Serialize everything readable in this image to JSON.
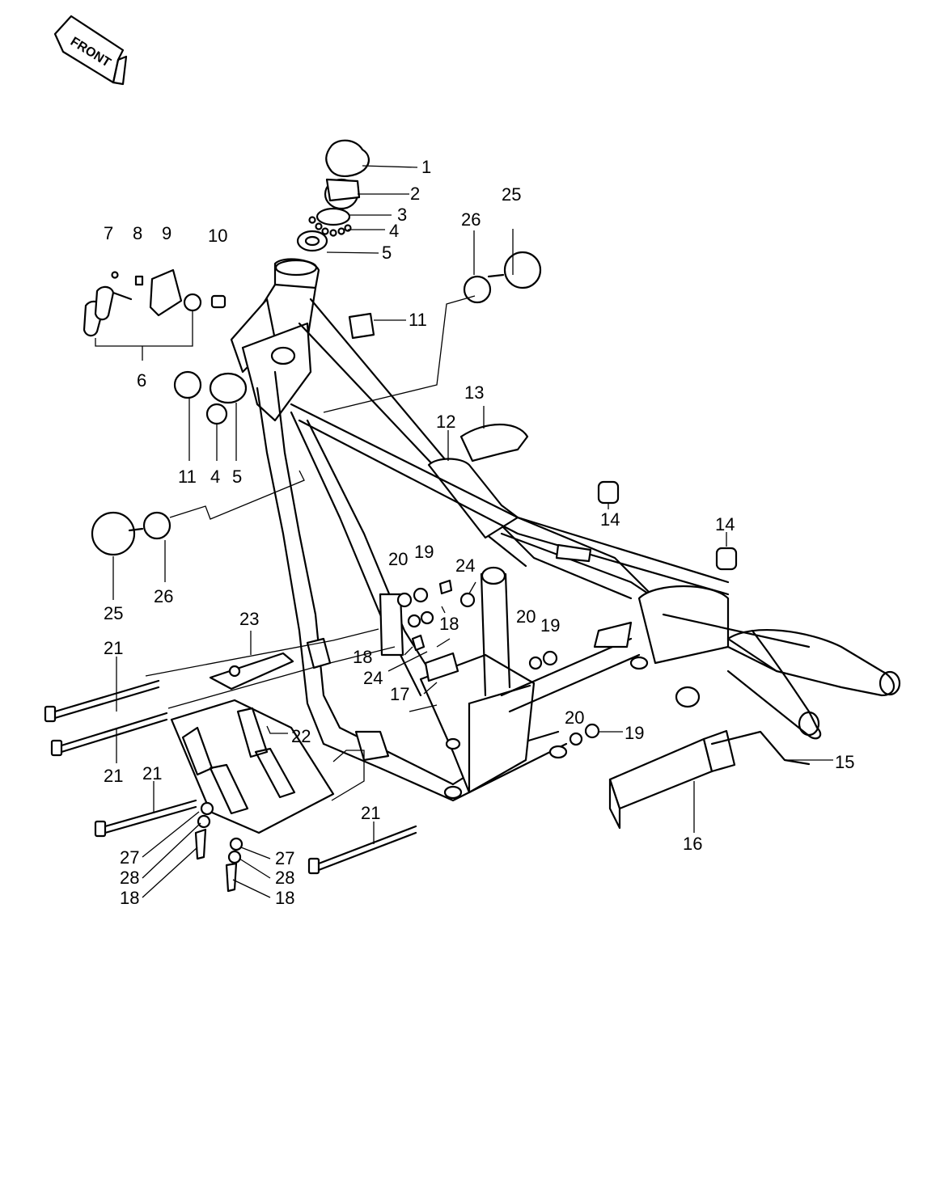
{
  "front_label": "FRONT",
  "callouts": [
    {
      "id": "c1",
      "text": "1"
    },
    {
      "id": "c2",
      "text": "2"
    },
    {
      "id": "c3",
      "text": "3"
    },
    {
      "id": "c4a",
      "text": "4"
    },
    {
      "id": "c5a",
      "text": "5"
    },
    {
      "id": "c25a",
      "text": "25"
    },
    {
      "id": "c26a",
      "text": "26"
    },
    {
      "id": "c7",
      "text": "7"
    },
    {
      "id": "c8",
      "text": "8"
    },
    {
      "id": "c9",
      "text": "9"
    },
    {
      "id": "c10",
      "text": "10"
    },
    {
      "id": "c11a",
      "text": "11"
    },
    {
      "id": "c6",
      "text": "6"
    },
    {
      "id": "c11b",
      "text": "11"
    },
    {
      "id": "c4b",
      "text": "4"
    },
    {
      "id": "c5b",
      "text": "5"
    },
    {
      "id": "c13",
      "text": "13"
    },
    {
      "id": "c12",
      "text": "12"
    },
    {
      "id": "c14a",
      "text": "14"
    },
    {
      "id": "c14b",
      "text": "14"
    },
    {
      "id": "c25b",
      "text": "25"
    },
    {
      "id": "c26b",
      "text": "26"
    },
    {
      "id": "c20a",
      "text": "20"
    },
    {
      "id": "c19a",
      "text": "19"
    },
    {
      "id": "c24a",
      "text": "24"
    },
    {
      "id": "c18a",
      "text": "18"
    },
    {
      "id": "c23",
      "text": "23"
    },
    {
      "id": "c20b",
      "text": "20"
    },
    {
      "id": "c19b",
      "text": "19"
    },
    {
      "id": "c18b",
      "text": "18"
    },
    {
      "id": "c24b",
      "text": "24"
    },
    {
      "id": "c17",
      "text": "17"
    },
    {
      "id": "c21a",
      "text": "21"
    },
    {
      "id": "c21b",
      "text": "21"
    },
    {
      "id": "c22",
      "text": "22"
    },
    {
      "id": "c20c",
      "text": "20"
    },
    {
      "id": "c19c",
      "text": "19"
    },
    {
      "id": "c15",
      "text": "15"
    },
    {
      "id": "c21c",
      "text": "21"
    },
    {
      "id": "c21d",
      "text": "21"
    },
    {
      "id": "c16",
      "text": "16"
    },
    {
      "id": "c27a",
      "text": "27"
    },
    {
      "id": "c28a",
      "text": "28"
    },
    {
      "id": "c18c",
      "text": "18"
    },
    {
      "id": "c27b",
      "text": "27"
    },
    {
      "id": "c28b",
      "text": "28"
    },
    {
      "id": "c18d",
      "text": "18"
    }
  ]
}
